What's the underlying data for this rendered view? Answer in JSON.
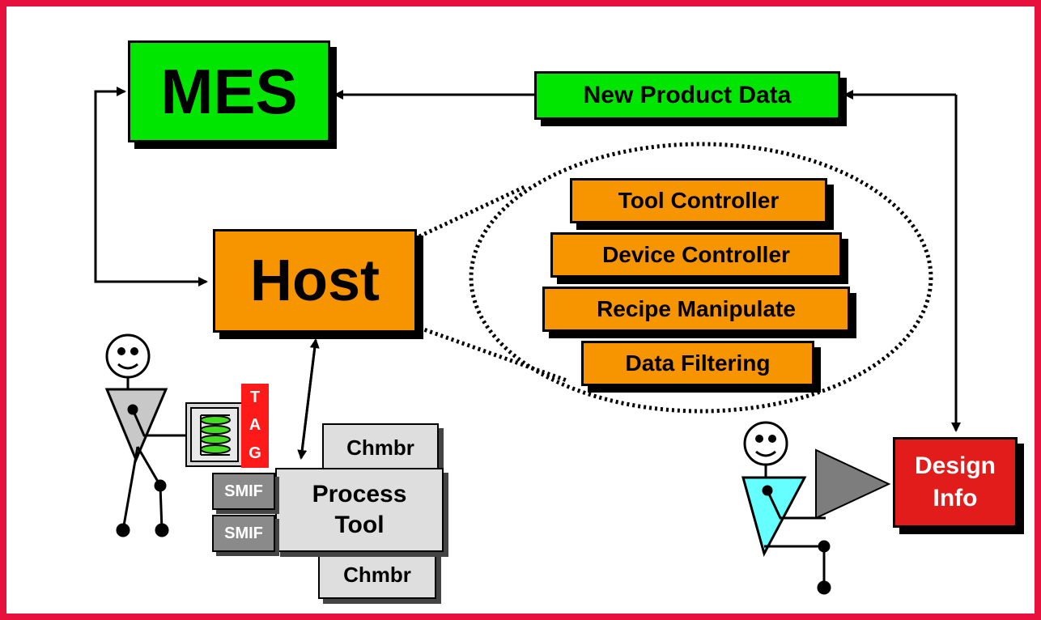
{
  "nodes": {
    "mes": "MES",
    "new_product_data": "New Product Data",
    "host": "Host",
    "tool_controller": "Tool Controller",
    "device_controller": "Device Controller",
    "recipe_manipulate": "Recipe Manipulate",
    "data_filtering": "Data Filtering",
    "design_info": [
      "Design",
      "Info"
    ],
    "chamber_top": "Chmbr",
    "chamber_bottom": "Chmbr",
    "process_tool": [
      "Process",
      "Tool"
    ],
    "smif_1": "SMIF",
    "smif_2": "SMIF",
    "tag_letters": [
      "T",
      "A",
      "G"
    ]
  },
  "colors": {
    "frame": "#e8103c",
    "green": "#00e600",
    "orange": "#f79500",
    "red": "#e21b1b",
    "light_gray": "#dedede",
    "dark_gray": "#8a8a8a",
    "cyan": "#66ffff"
  },
  "icons": [
    "operator-figure-icon",
    "designer-figure-icon",
    "wafer-carrier-icon",
    "projection-triangle-icon"
  ]
}
